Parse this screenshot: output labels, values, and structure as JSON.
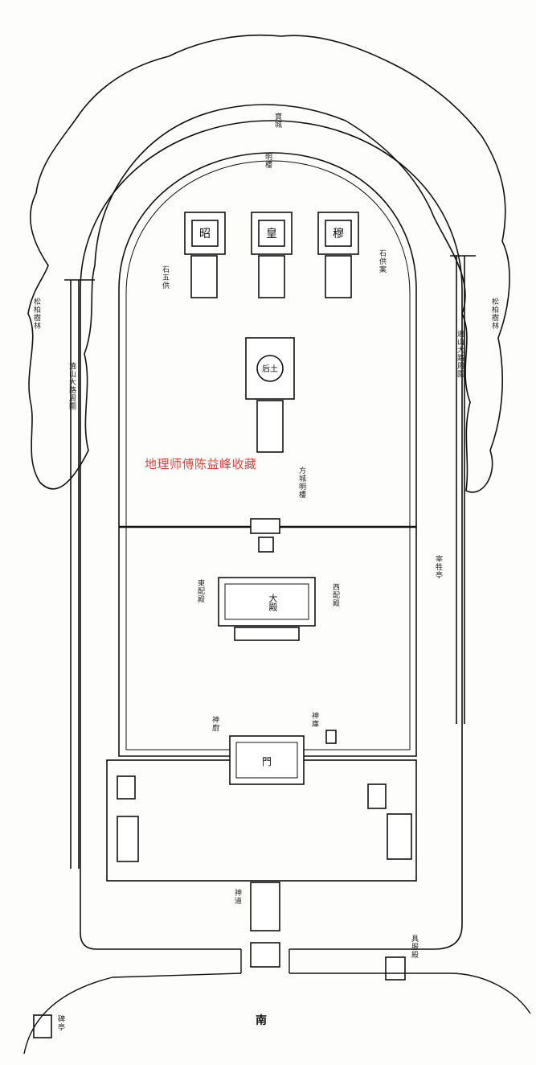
{
  "watermark": "地理师傅陈益峰收藏",
  "main_hall": {
    "label": "大殿"
  },
  "gate_hall": {
    "label": "門"
  },
  "south_marker": "南",
  "center_altar": {
    "label": "后土"
  },
  "tablets": {
    "left": "昭",
    "center": "皇",
    "right": "穆"
  },
  "labels": {
    "left_tree": "松柏樹林",
    "left_path": "遶山大路周圍",
    "right_tree": "松柏樹林",
    "right_path": "遶山大路周圍",
    "top_mound": "寶城",
    "top_center": "明樓",
    "tablet_left_note": "石五供",
    "tablet_right_note": "石供案",
    "mid_note": "方城明樓",
    "hall_left_note": "東配殿",
    "hall_right_note": "西配殿",
    "gate_left_note": "神廚",
    "gate_right_note": "神庫",
    "front_note": "宰牲亭",
    "bottom_left": "碑亭",
    "bottom_right": "具服殿",
    "bottom_path": "神道"
  }
}
